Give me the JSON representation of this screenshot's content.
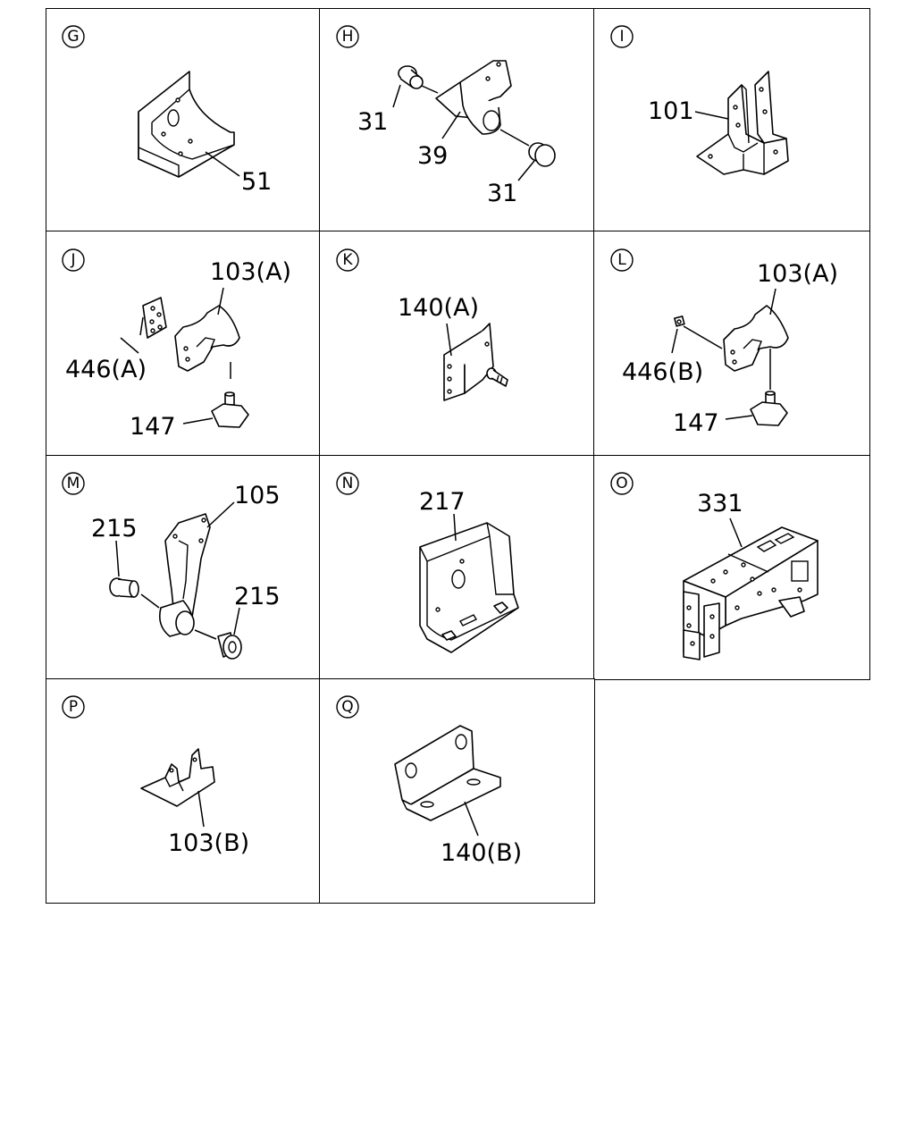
{
  "panels": [
    {
      "letter": "G",
      "callouts": [
        "51"
      ]
    },
    {
      "letter": "H",
      "callouts": [
        "31",
        "39",
        "31"
      ]
    },
    {
      "letter": "I",
      "callouts": [
        "101"
      ]
    },
    {
      "letter": "J",
      "callouts": [
        "103(A)",
        "446(A)",
        "147"
      ]
    },
    {
      "letter": "K",
      "callouts": [
        "140(A)"
      ]
    },
    {
      "letter": "L",
      "callouts": [
        "103(A)",
        "446(B)",
        "147"
      ]
    },
    {
      "letter": "M",
      "callouts": [
        "105",
        "215",
        "215"
      ]
    },
    {
      "letter": "N",
      "callouts": [
        "217"
      ]
    },
    {
      "letter": "O",
      "callouts": [
        "331"
      ]
    },
    {
      "letter": "P",
      "callouts": [
        "103(B)"
      ]
    },
    {
      "letter": "Q",
      "callouts": [
        "140(B)"
      ]
    }
  ]
}
